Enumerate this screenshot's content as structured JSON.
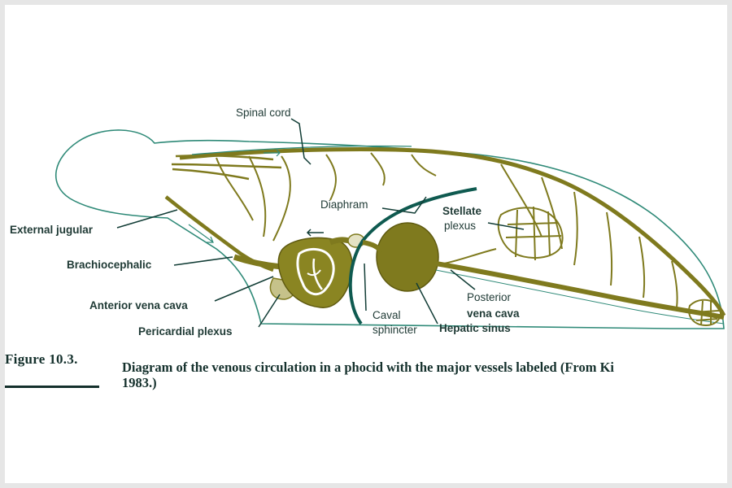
{
  "diagram": {
    "labels": {
      "spinal_cord": "Spinal cord",
      "external_jugular": "External jugular",
      "brachiocephalic": "Brachiocephalic",
      "anterior_vena_cava": "Anterior vena cava",
      "pericardial_plexus": "Pericardial plexus",
      "diaphram": "Diaphram",
      "stellate": "Stellate",
      "plexus": "plexus",
      "caval": "Caval",
      "sphincter": "sphincter",
      "hepatic_sinus": "Hepatic sinus",
      "posterior": "Posterior",
      "vena_cava": "vena cava"
    },
    "colors": {
      "outline": "#2f8a78",
      "vessel": "#7f7a1e",
      "vessel_light": "#a6a040",
      "leader": "#123d36",
      "diaphragm": "#0f5a50"
    }
  },
  "caption": {
    "figure_number": "Figure 10.3.",
    "line1": "Diagram of the venous circulation in a phocid with the major vessels labeled  (From Ki",
    "line2": "1983.)"
  }
}
